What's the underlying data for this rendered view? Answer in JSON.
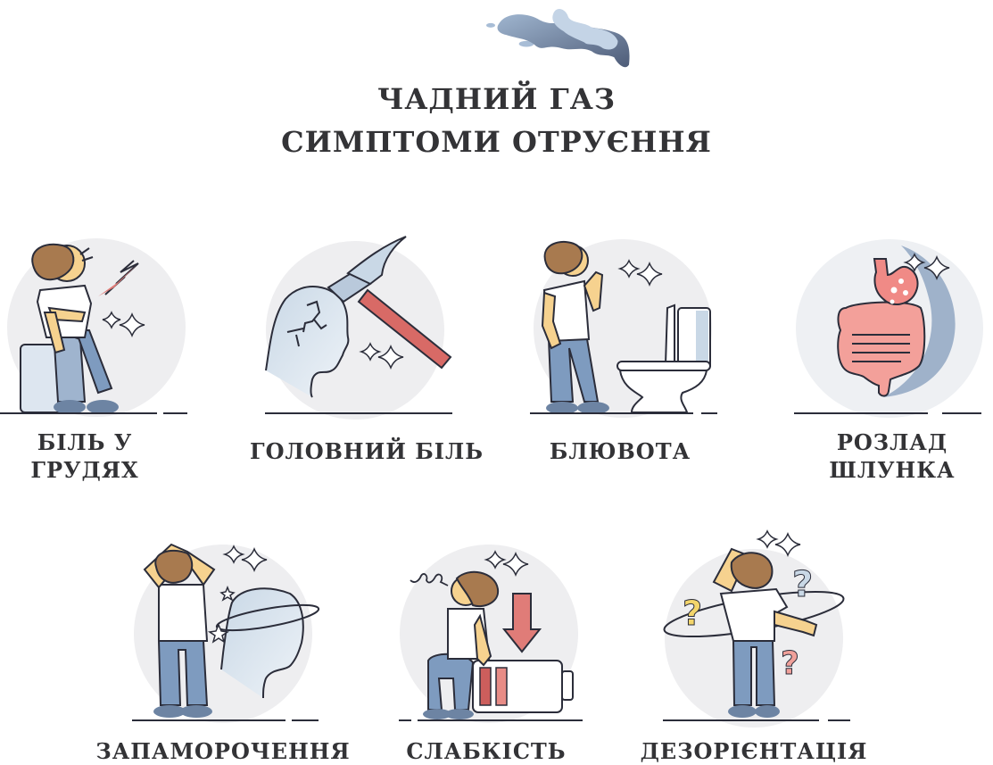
{
  "title": {
    "line1": "ЧАДНИЙ ГАЗ",
    "line2": "СИМПТОМИ ОТРУЄННЯ"
  },
  "header_icon": "smoke-cloud-icon",
  "colors": {
    "text": "#333336",
    "circle_bg": "#eeeef0",
    "outline": "#2b2d3a",
    "hair": "#a87a4f",
    "skin": "#f6d28f",
    "jeans": "#7e9bbf",
    "accent_red": "#e07c78",
    "light_blue": "#c9d8e6",
    "smoke": "#8fa6c2"
  },
  "symptoms": [
    {
      "id": "chest-pain",
      "label_line1": "БІЛЬ У",
      "label_line2": "ГРУДЯХ",
      "icon": "chest-pain-icon"
    },
    {
      "id": "headache",
      "label_line1": "ГОЛОВНИЙ БІЛЬ",
      "icon": "hammer-head-icon"
    },
    {
      "id": "vomiting",
      "label_line1": "БЛЮВОТА",
      "icon": "toilet-icon"
    },
    {
      "id": "stomach-upset",
      "label_line1": "РОЗЛАД",
      "label_line2": "ШЛУНКА",
      "icon": "stomach-icon"
    },
    {
      "id": "dizziness",
      "label_line1": "ЗАПАМОРОЧЕННЯ",
      "icon": "dizzy-head-icon"
    },
    {
      "id": "weakness",
      "label_line1": "СЛАБКІСТЬ",
      "icon": "low-battery-icon"
    },
    {
      "id": "disorientation",
      "label_line1": "ДЕЗОРІЄНТАЦІЯ",
      "icon": "question-marks-icon"
    }
  ]
}
